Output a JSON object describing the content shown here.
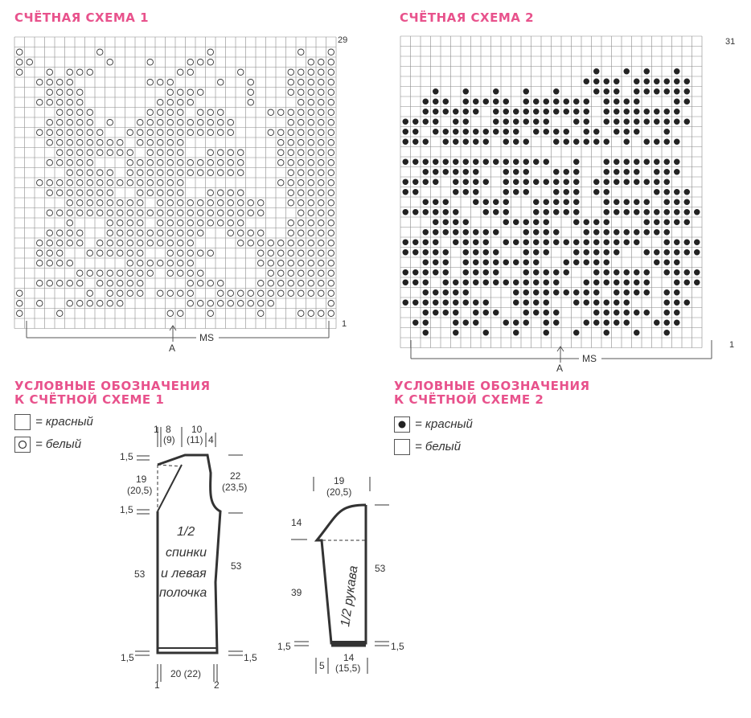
{
  "chart1": {
    "title": "СЧЁТНАЯ СХЕМА 1",
    "top_row_label": "29",
    "bottom_row_label": "1",
    "repeat_label": "MS",
    "point_label": "A",
    "cols": 32,
    "rows": 29,
    "symbol_color": "#333333",
    "pattern": [
      "................................",
      "O.......O..........O........O..O",
      "OO.......O...O...OOO.........OOO",
      "O..O.OOO........OO....O....OOOOO",
      "..OOOO.......OOO....O..O...OOOOO",
      "...OOOO........OOOO....O...OOOOO",
      "..OOOOO.......OOOO.....O....OOOO",
      "....OOOO.....OOOO.OOO....OOOOOOO",
      "...OOOOO.O..OOOOOOOOOO.....OOOOO",
      "..OOOOOOO..OOOOOOOOOOO...OOOOOOO",
      "...OOOOOOOO.OOOOO.........OOOOOO",
      "....OOOOOOOO.OOOO..OOOO...OOOOOO",
      "...OOOOO...OOOOOOOOOOOO...OOOOOO",
      ".....OOOOO.OOOOOOOOOOOO....OOOOO",
      "..OOOOOOOOOOOOOOO.........OOOOOO",
      "...OOOOOOO..OOOOO..OOOO....OOOOO",
      ".....OOOOOOOO.OOOOOOOOOOO..OOOOO",
      "...OOOOOOOOOOOOOOOOOOOOOO...OOOO",
      ".....O...OOOO.OOOOOOOOO....OOOOO",
      "...OOOO..OOOOOOOOOO..OOOO..OOOOO",
      "..OOOOO.OOOOOOOOOO....OOOOOOOOOO",
      "..OOO..OOOOOO..OOOOO....OOOOOOOO",
      "..OOOO.....OOOOOOO......OOOOOOOO",
      "......OOOOOOOO.OOOO......OOOOOOO",
      "..OOOOO.OOOOO....OOOO...OOOOOOOO",
      "O......O.OOOO.OOOO..OOOOOOOOOOOO",
      "O.O..OOOOOO......OOOOOOOOO.....O",
      "O...O..........OO..O....O...OOOO",
      "................................"
    ]
  },
  "chart2": {
    "title": "СЧЁТНАЯ СХЕМА 2",
    "top_row_label": "31",
    "bottom_row_label": "1",
    "repeat_label": "MS",
    "point_label": "A",
    "cols": 30,
    "rows": 31,
    "symbol_color": "#222222",
    "pattern": [
      "..............................",
      "..............................",
      "..............................",
      "...................O..O.O..O..",
      "..................OOOO.OOOOOO.",
      "...O..O..O..O..O...OOO.OOOOOO.",
      "..OOO.OOOOO.OOOOOOO.OOOO...OO.",
      "..OOOOOO.OOOOOOOOOO.OOOOOOOO..",
      "OOOO.OO..OOOOOO..OO.OOOOOOOOO.",
      "OO.OOOOOOOOO.OOOO.OO.OOO..O...",
      "OOO.OOOOO.OOO..OOOOOO.O.OOOO..",
      "..............................",
      "OOOOOOOOOOOOOOO..O..OOOOOOOO..",
      "..OOOOOO..OOO..OOO..OOOO.OOO..",
      "OOOO.OOOO.OOOOOOOO.OOOOOOOO...",
      "OO...OOO..OOO..OOO.OO....OOOO.",
      "..OOO..OOOO..OOOOO..OOOOO.OOO.",
      "OOOOOO..OOO..OOOOO..OOOOOOOOOO",
      "...OOOO...OOOOO..OOOO...OOOOO.",
      "..OOOOOOOO..OOOO..OOOOOOOOO...",
      "OOOO.OOOO.OOOOOOOOOOOOOO..OOOO",
      "OOOOO.OOOO..OOO..OOOOO..OOOOOO",
      "..OOO.OOOOOOOO..OOOOO....OOO..",
      "OOOOO.OOOO..OOOOO..OOOOOO.OOOO",
      "OOO.OOOOOOOOOOOO..OOOOOOO..OOO",
      "..OOOOO....OOOOOOOOO.OOOO.OO..",
      "OOOOOOOOO..OOOO..OOOOOO...OOO.",
      "..OOOO.OOO..OOOO...OOOOOO.OO..",
      ".OO..OOO..OOO.OO..OOOOO..OOO..",
      "..O..O..O..O..O..O..O..O..O...",
      ".............................."
    ]
  },
  "legend1": {
    "title_line1": "УСЛОВНЫЕ ОБОЗНАЧЕНИЯ",
    "title_line2": "К СЧЁТНОЙ СХЕМЕ 1",
    "items": [
      {
        "symbol": "empty-square",
        "text": "= красный"
      },
      {
        "symbol": "circle-square",
        "text": "= белый"
      }
    ]
  },
  "legend2": {
    "title_line1": "УСЛОВНЫЕ  ОБОЗНАЧЕНИЯ",
    "title_line2": "К СЧЁТНОЙ СХЕМЕ 2",
    "items": [
      {
        "symbol": "dot-square",
        "text": "= красный"
      },
      {
        "symbol": "empty-square",
        "text": "= белый"
      }
    ]
  },
  "body_pattern": {
    "label_line1": "1/2",
    "label_line2": "спинки",
    "label_line3": "и левая",
    "label_line4": "полочка",
    "dim_top_1": "1",
    "dim_top_8": "8",
    "dim_top_9": "(9)",
    "dim_top_10": "10",
    "dim_top_11": "(11)",
    "dim_top_4": "4",
    "dim_left_1_5_top": "1,5",
    "dim_left_19": "19",
    "dim_left_20_5": "(20,5)",
    "dim_left_1_5_mid": "1,5",
    "dim_left_53": "53",
    "dim_left_1_5_bot": "1,5",
    "dim_right_22": "22",
    "dim_right_23_5": "(23,5)",
    "dim_right_53": "53",
    "dim_right_1_5": "1,5",
    "dim_bottom_1": "1",
    "dim_bottom_20": "20 (22)",
    "dim_bottom_2": "2"
  },
  "sleeve_pattern": {
    "label": "1/2 рукава",
    "dim_top_19": "19",
    "dim_top_20_5": "(20,5)",
    "dim_left_14": "14",
    "dim_left_39": "39",
    "dim_left_1_5": "1,5",
    "dim_right_53": "53",
    "dim_right_1_5": "1,5",
    "dim_bottom_5": "5",
    "dim_bottom_14": "14",
    "dim_bottom_15_5": "(15,5)"
  }
}
